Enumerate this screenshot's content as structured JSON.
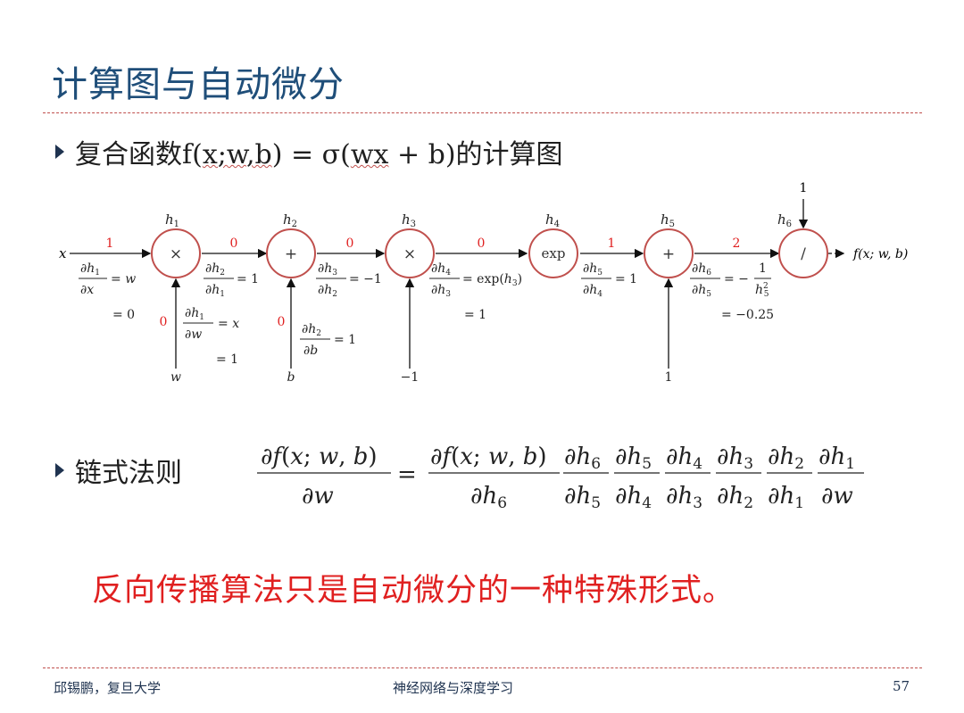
{
  "title": "计算图与自动微分",
  "bullet1": {
    "prefix": "复合函数f(",
    "wavy1": "x;w,b",
    "mid": ") = σ(",
    "wavy2": "wx",
    "suffix": " + b)的计算图"
  },
  "bullet2": {
    "label": "链式法则"
  },
  "note": "反向传播算法只是自动微分的一种特殊形式。",
  "footer": {
    "left": "邱锡鹏，复旦大学",
    "center": "神经网络与深度学习",
    "page": "57"
  },
  "graph": {
    "input_x": "x",
    "output": "f(x; w, b)",
    "top_input": "1",
    "nodes": [
      {
        "name": "h1",
        "op": "×"
      },
      {
        "name": "h2",
        "op": "+"
      },
      {
        "name": "h3",
        "op": "×"
      },
      {
        "name": "h4",
        "op": "exp"
      },
      {
        "name": "h5",
        "op": "+"
      },
      {
        "name": "h6",
        "op": "/"
      }
    ],
    "edge_values": [
      "1",
      "0",
      "0",
      "0",
      "1",
      "2"
    ],
    "side_values": [
      "0",
      "0"
    ],
    "bottom_inputs": [
      "w",
      "b",
      "−1",
      "1"
    ],
    "extra_values": [
      "= 0",
      "= 1",
      "= 1",
      "= −0.25"
    ]
  }
}
